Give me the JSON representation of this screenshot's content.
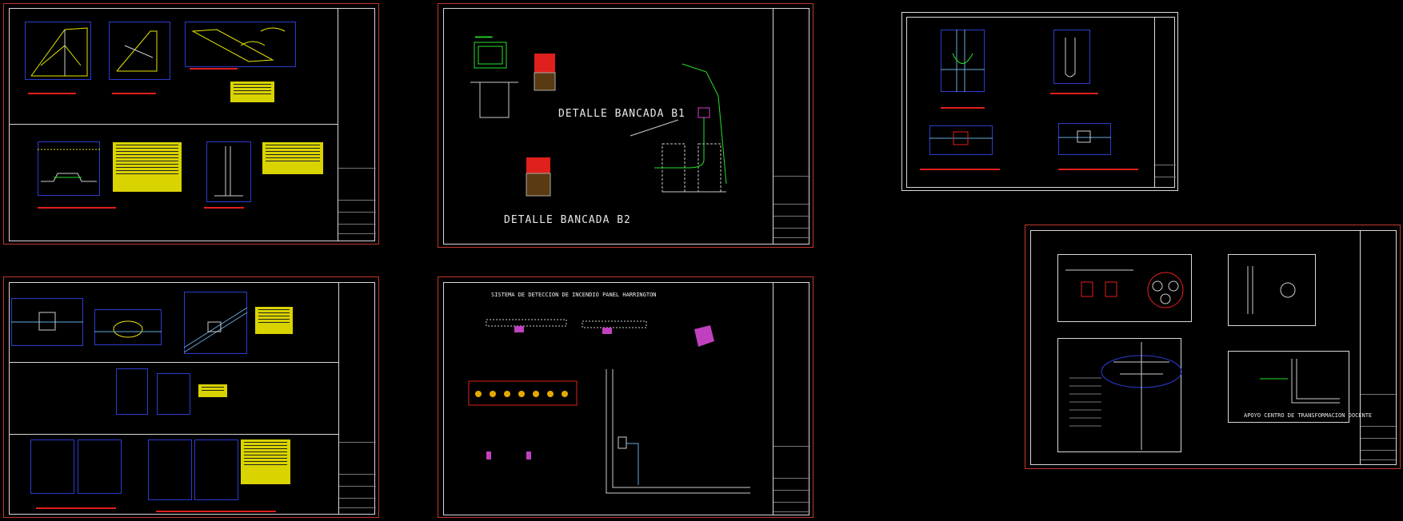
{
  "labels": {
    "detalle_b1": "DETALLE BANCADA B1",
    "detalle_b2": "DETALLE BANCADA B2",
    "sistema_title": "SISTEMA DE DETECCION DE INCENDIO PANEL HARRINGTON",
    "apoyo_title": "APOYO CENTRO DE TRANSFORMACION DOCENTE"
  },
  "colors": {
    "sheet_border": "#c0392b",
    "frame": "#d8d8d8",
    "detail_box": "#2b3ccf",
    "note_box": "#d9d300",
    "caption": "#e0201c",
    "green": "#28e028"
  }
}
